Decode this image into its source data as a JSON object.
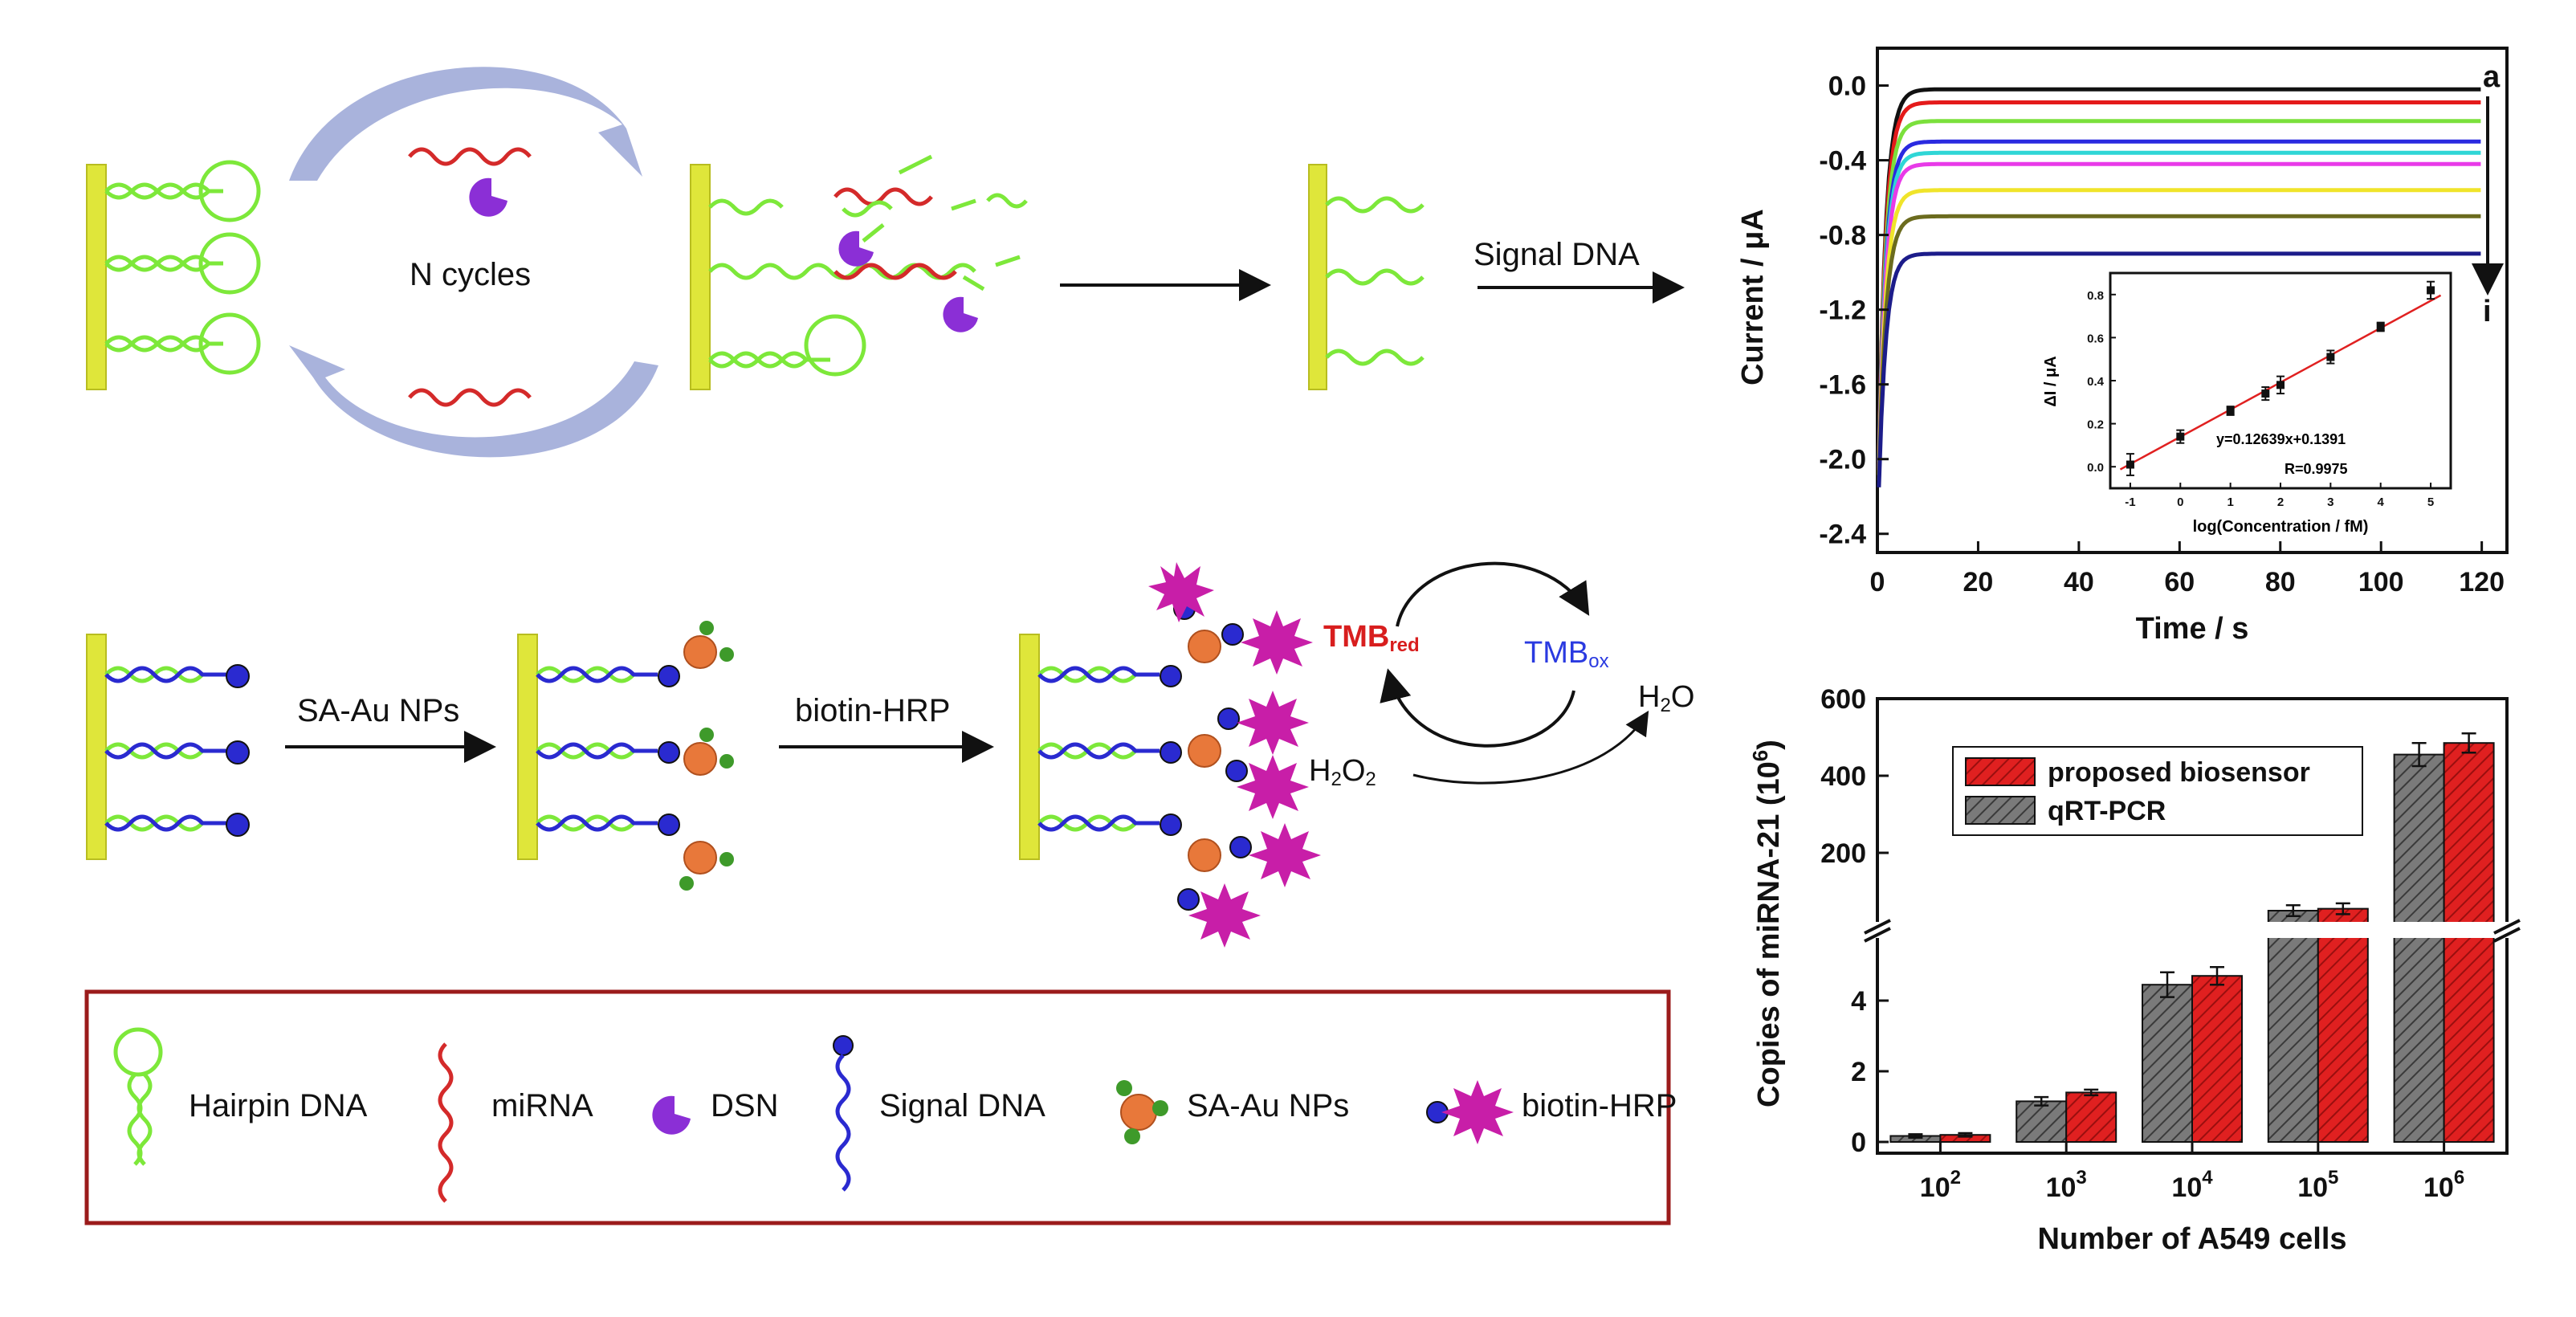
{
  "scheme": {
    "cycle_label": "N cycles",
    "step_signal_dna": "Signal  DNA",
    "step_sa_au": "SA-Au NPs",
    "step_biotin_hrp": "biotin-HRP",
    "tmb_red_base": "TMB",
    "tmb_red_sub": "red",
    "tmb_ox_base": "TMB",
    "tmb_ox_sub": "ox",
    "h2o2_base": "H",
    "h2o2_sub1": "2",
    "h2o2_mid": "O",
    "h2o2_sub2": "2",
    "h2o_base": "H",
    "h2o_sub": "2",
    "h2o_end": "O",
    "colors": {
      "electrode": "#dfe63a",
      "hairpin": "#7de83a",
      "mirna": "#d42a2a",
      "dsn": "#8b2fd6",
      "signal": "#2a2ad0",
      "au": "#e8783a",
      "sa": "#3e9a2a",
      "hrp": "#c81ea8",
      "tmb_red": "#d81e1e",
      "tmb_ox": "#2a3ae0",
      "legend_border": "#9b1b1b",
      "cycle_arrow": "#9aa6d6"
    }
  },
  "legend": {
    "hairpin": "Hairpin DNA",
    "mirna": "miRNA",
    "dsn": "DSN",
    "signal": "Signal  DNA",
    "sa_au": "SA-Au NPs",
    "biotin_hrp": "biotin-HRP"
  },
  "chart_data": [
    {
      "type": "line",
      "xlabel": "Time / s",
      "ylabel": "Current / μA",
      "xlim": [
        0,
        125
      ],
      "ylim": [
        -2.5,
        0.2
      ],
      "xticks": [
        "0",
        "20",
        "40",
        "60",
        "80",
        "100",
        "120"
      ],
      "yticks": [
        "0.0",
        "-0.4",
        "-0.8",
        "-1.2",
        "-1.6",
        "-2.0",
        "-2.4"
      ],
      "annotations": {
        "top": "a",
        "bottom": "i"
      },
      "series": [
        {
          "plateau": -0.02,
          "color": "#111111"
        },
        {
          "plateau": -0.09,
          "color": "#e41a1a"
        },
        {
          "plateau": -0.19,
          "color": "#7be03c"
        },
        {
          "plateau": -0.3,
          "color": "#2a2ae0"
        },
        {
          "plateau": -0.36,
          "color": "#2fd6d6"
        },
        {
          "plateau": -0.42,
          "color": "#e83ae8"
        },
        {
          "plateau": -0.56,
          "color": "#f0e42a"
        },
        {
          "plateau": -0.7,
          "color": "#6b6b1e"
        },
        {
          "plateau": -0.9,
          "color": "#1c1c8a"
        }
      ],
      "inset": {
        "type": "scatter",
        "xlabel": "log(Concentration / fM)",
        "ylabel": "ΔI / μA",
        "xlim": [
          -1.4,
          5.4
        ],
        "ylim": [
          -0.1,
          0.9
        ],
        "xticks": [
          "-1",
          "0",
          "1",
          "2",
          "3",
          "4",
          "5"
        ],
        "yticks": [
          "0.0",
          "0.2",
          "0.4",
          "0.6",
          "0.8"
        ],
        "x": [
          -1,
          0,
          1,
          1.7,
          2,
          3,
          4,
          5
        ],
        "y": [
          0.01,
          0.14,
          0.26,
          0.34,
          0.38,
          0.51,
          0.65,
          0.82
        ],
        "err": [
          0.05,
          0.03,
          0.02,
          0.03,
          0.04,
          0.03,
          0.02,
          0.04
        ],
        "fit_slope": 0.12639,
        "fit_intercept": 0.1391,
        "equation": "y=0.12639x+0.1391",
        "r": "R=0.9975"
      }
    },
    {
      "type": "bar",
      "xlabel": "Number of A549 cells",
      "ylabel": "Copies of miRNA-21  (10",
      "ylabel_sup": "6",
      "ylabel_end": ")",
      "categories": [
        {
          "base": "10",
          "exp": "2"
        },
        {
          "base": "10",
          "exp": "3"
        },
        {
          "base": "10",
          "exp": "4"
        },
        {
          "base": "10",
          "exp": "5"
        },
        {
          "base": "10",
          "exp": "6"
        }
      ],
      "yticks_low": [
        "0",
        "2",
        "4"
      ],
      "yticks_high": [
        "200",
        "400",
        "600"
      ],
      "series": [
        {
          "name": "proposed biosensor",
          "color": "#d81e1e",
          "values": [
            0.2,
            1.4,
            4.7,
            55,
            485
          ],
          "err": [
            0.05,
            0.08,
            0.25,
            14,
            25
          ]
        },
        {
          "name": "qRT-PCR",
          "color": "#707070",
          "values": [
            0.17,
            1.15,
            4.45,
            50,
            455
          ],
          "err": [
            0.05,
            0.12,
            0.35,
            14,
            30
          ]
        }
      ]
    }
  ]
}
